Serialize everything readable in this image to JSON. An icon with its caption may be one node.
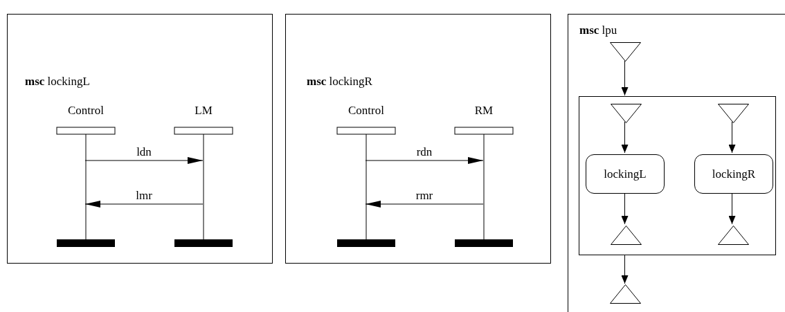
{
  "diagram": {
    "nodes": [
      {
        "text": [
          "**msc** lockingL"
        ]
      },
      {
        "text": [
          "Control"
        ],
        "in": 0
      },
      {
        "text": [
          "LM"
        ],
        "in": 0
      },
      {
        "text": [
          "**msc** lockingR"
        ]
      },
      {
        "text": [
          "Control"
        ],
        "in": 3
      },
      {
        "text": [
          "RM"
        ],
        "in": 3
      },
      {
        "text": [
          "**msc** lpu"
        ]
      },
      {
        "text": [],
        "shape": "triangle",
        "in": 6
      },
      {
        "text": [],
        "shape": "box",
        "in": 6
      },
      {
        "text": [],
        "shape": "triangle",
        "in": 8
      },
      {
        "text": [],
        "shape": "triangle",
        "in": 8
      },
      {
        "text": [
          "lockingL"
        ],
        "in": 8
      },
      {
        "text": [
          "lockingR"
        ],
        "in": 8
      },
      {
        "text": [],
        "shape": "triangle",
        "in": 8
      },
      {
        "text": [],
        "shape": "triangle",
        "in": 8
      },
      {
        "text": [],
        "shape": "triangle",
        "in": 6
      }
    ],
    "edges": [
      {
        "from": 1,
        "to": 2,
        "arrow": "to",
        "label": "ldn"
      },
      {
        "from": 2,
        "to": 1,
        "arrow": "to",
        "label": "lmr"
      },
      {
        "from": 4,
        "to": 5,
        "arrow": "to",
        "label": "rdn"
      },
      {
        "from": 5,
        "to": 4,
        "arrow": "to",
        "label": "rmr"
      },
      {
        "from": 7,
        "to": 8,
        "arrow": "to"
      },
      {
        "from": 9,
        "to": 11,
        "arrow": "to"
      },
      {
        "from": 10,
        "to": 12,
        "arrow": "to"
      },
      {
        "from": 11,
        "to": 13,
        "arrow": "to"
      },
      {
        "from": 12,
        "to": 14,
        "arrow": "to"
      },
      {
        "from": 8,
        "to": 15,
        "arrow": "to"
      }
    ]
  }
}
